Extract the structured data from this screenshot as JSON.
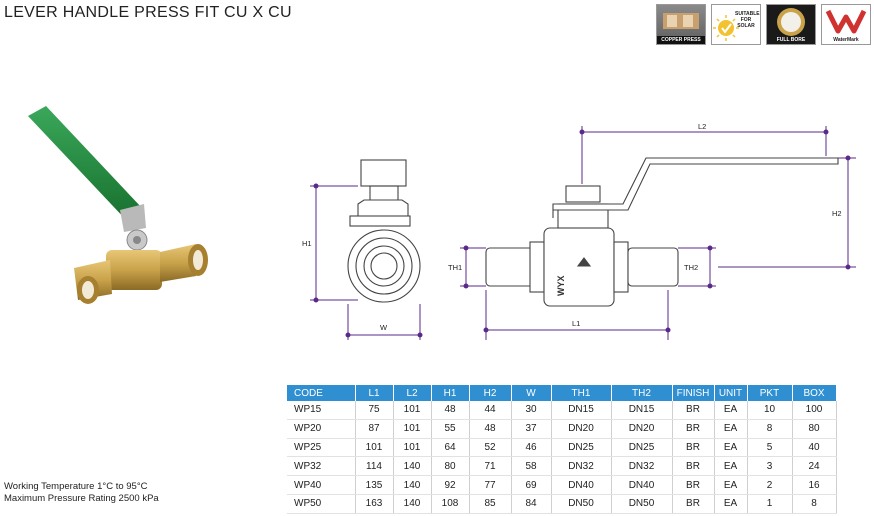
{
  "title": "LEVER HANDLE PRESS FIT CU X CU",
  "badges": [
    {
      "icon": "copper-press-icon",
      "label": "COPPER PRESS"
    },
    {
      "icon": "solar-icon",
      "label": "SUITABLE FOR SOLAR"
    },
    {
      "icon": "full-bore-icon",
      "label": "FULL BORE"
    },
    {
      "icon": "watermark-logo-icon",
      "label": "WaterMark"
    }
  ],
  "drawing_labels": {
    "h1": "H1",
    "w": "W",
    "th1": "TH1",
    "th2": "TH2",
    "l1": "L1",
    "l2": "L2",
    "h2": "H2",
    "body_mark": "WYX"
  },
  "table": {
    "headers": [
      "CODE",
      "L1",
      "L2",
      "H1",
      "H2",
      "W",
      "TH1",
      "TH2",
      "FINISH",
      "UNIT",
      "PKT",
      "BOX"
    ],
    "rows": [
      [
        "WP15",
        "75",
        "101",
        "48",
        "44",
        "30",
        "DN15",
        "DN15",
        "BR",
        "EA",
        "10",
        "100"
      ],
      [
        "WP20",
        "87",
        "101",
        "55",
        "48",
        "37",
        "DN20",
        "DN20",
        "BR",
        "EA",
        "8",
        "80"
      ],
      [
        "WP25",
        "101",
        "101",
        "64",
        "52",
        "46",
        "DN25",
        "DN25",
        "BR",
        "EA",
        "5",
        "40"
      ],
      [
        "WP32",
        "114",
        "140",
        "80",
        "71",
        "58",
        "DN32",
        "DN32",
        "BR",
        "EA",
        "3",
        "24"
      ],
      [
        "WP40",
        "135",
        "140",
        "92",
        "77",
        "69",
        "DN40",
        "DN40",
        "BR",
        "EA",
        "2",
        "16"
      ],
      [
        "WP50",
        "163",
        "140",
        "108",
        "85",
        "84",
        "DN50",
        "DN50",
        "BR",
        "EA",
        "1",
        "8"
      ]
    ]
  },
  "conditions": {
    "working_temperature": "Working Temperature  1°C to 95°C",
    "max_pressure": "Maximum Pressure Rating 2500 kPa"
  },
  "colors": {
    "header_blue": "#2f8fd1",
    "dimension_purple": "#5a2a8a",
    "handle_green": "#1f8a3a",
    "brass": "#c9a24a"
  }
}
